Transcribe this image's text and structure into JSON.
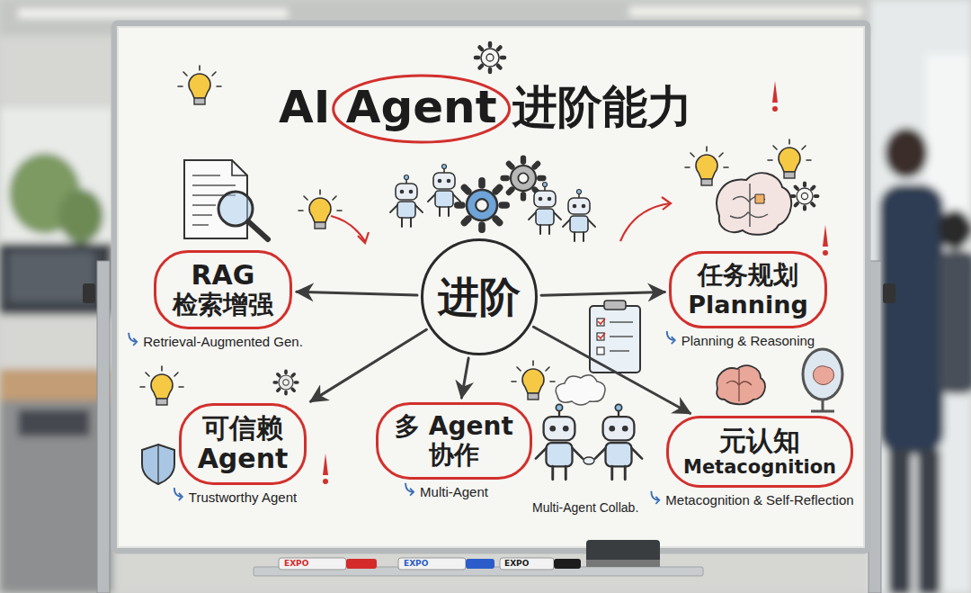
{
  "diagram": {
    "title": "AI Agent 进阶能力",
    "nodes": [
      {
        "text": [
          "进阶"
        ]
      },
      {
        "text": [
          "RAG",
          "检索增强",
          "Retrieval-Augmented Gen."
        ]
      },
      {
        "text": [
          "任务规划",
          "Planning",
          "Planning & Reasoning"
        ]
      },
      {
        "text": [
          "可信赖",
          "Agent",
          "Trustworthy Agent"
        ]
      },
      {
        "text": [
          "多 Agent",
          "协作",
          "Multi-Agent"
        ]
      },
      {
        "text": [
          "元认知",
          "Metacognition",
          "Metacognition & Self-Reflection"
        ]
      }
    ],
    "edges": [
      {
        "from": 0,
        "to": 1,
        "arrow": "to"
      },
      {
        "from": 0,
        "to": 2,
        "arrow": "to"
      },
      {
        "from": 0,
        "to": 3,
        "arrow": "to"
      },
      {
        "from": 0,
        "to": 4,
        "arrow": "to"
      },
      {
        "from": 0,
        "to": 5,
        "arrow": "to"
      }
    ],
    "labels": [
      "Multi-Agent Collab.",
      "EXPO",
      "EXPO",
      "EXPO"
    ]
  }
}
